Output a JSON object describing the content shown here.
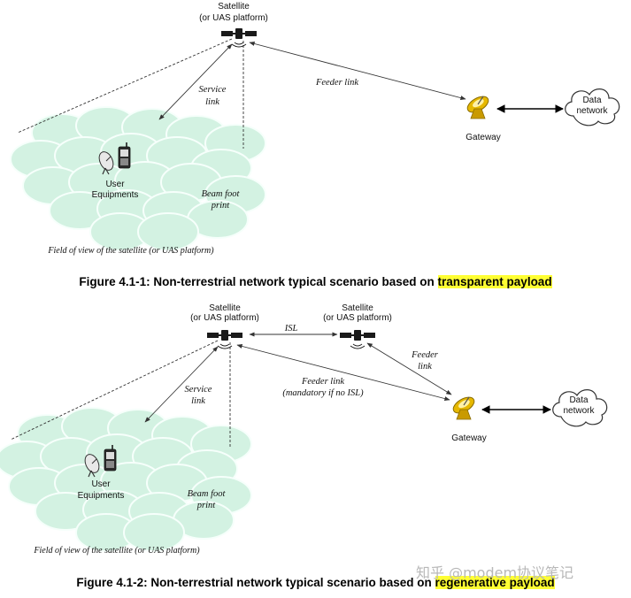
{
  "colors": {
    "cell_fill": "#d3f2e2",
    "cell_stroke": "#f6fffb",
    "highlight": "#ffff33",
    "dish": "#e6b800",
    "line": "#333333"
  },
  "figure1": {
    "satellite_label_line1": "Satellite",
    "satellite_label_line2": "(or UAS platform)",
    "service_link_line1": "Service",
    "service_link_line2": "link",
    "feeder_link": "Feeder link",
    "gateway": "Gateway",
    "data_network_line1": "Data",
    "data_network_line2": "network",
    "user_equipments_line1": "User",
    "user_equipments_line2": "Equipments",
    "beam_foot_line1": "Beam foot",
    "beam_foot_line2": "print",
    "field_of_view": "Field of view of the satellite (or UAS platform)",
    "caption_prefix": "Figure 4.1-1: Non-terrestrial network typical scenario based on ",
    "caption_highlight": "transparent payload"
  },
  "figure2": {
    "satellite1_label_line1": "Satellite",
    "satellite1_label_line2": "(or UAS platform)",
    "satellite2_label_line1": "Satellite",
    "satellite2_label_line2": "(or UAS platform)",
    "isl": "ISL",
    "service_link_line1": "Service",
    "service_link_line2": "link",
    "feeder_link_right_line1": "Feeder",
    "feeder_link_right_line2": "link",
    "feeder_link_mid_line1": "Feeder link",
    "feeder_link_mid_line2": "(mandatory if no ISL)",
    "gateway": "Gateway",
    "data_network_line1": "Data",
    "data_network_line2": "network",
    "user_equipments_line1": "User",
    "user_equipments_line2": "Equipments",
    "beam_foot_line1": "Beam foot",
    "beam_foot_line2": "print",
    "field_of_view": "Field of view of the satellite (or UAS platform)",
    "caption_prefix": "Figure 4.1-2: Non-terrestrial network typical scenario based on ",
    "caption_highlight": "regenerative payload"
  },
  "watermark": "知乎 @modem协议笔记"
}
